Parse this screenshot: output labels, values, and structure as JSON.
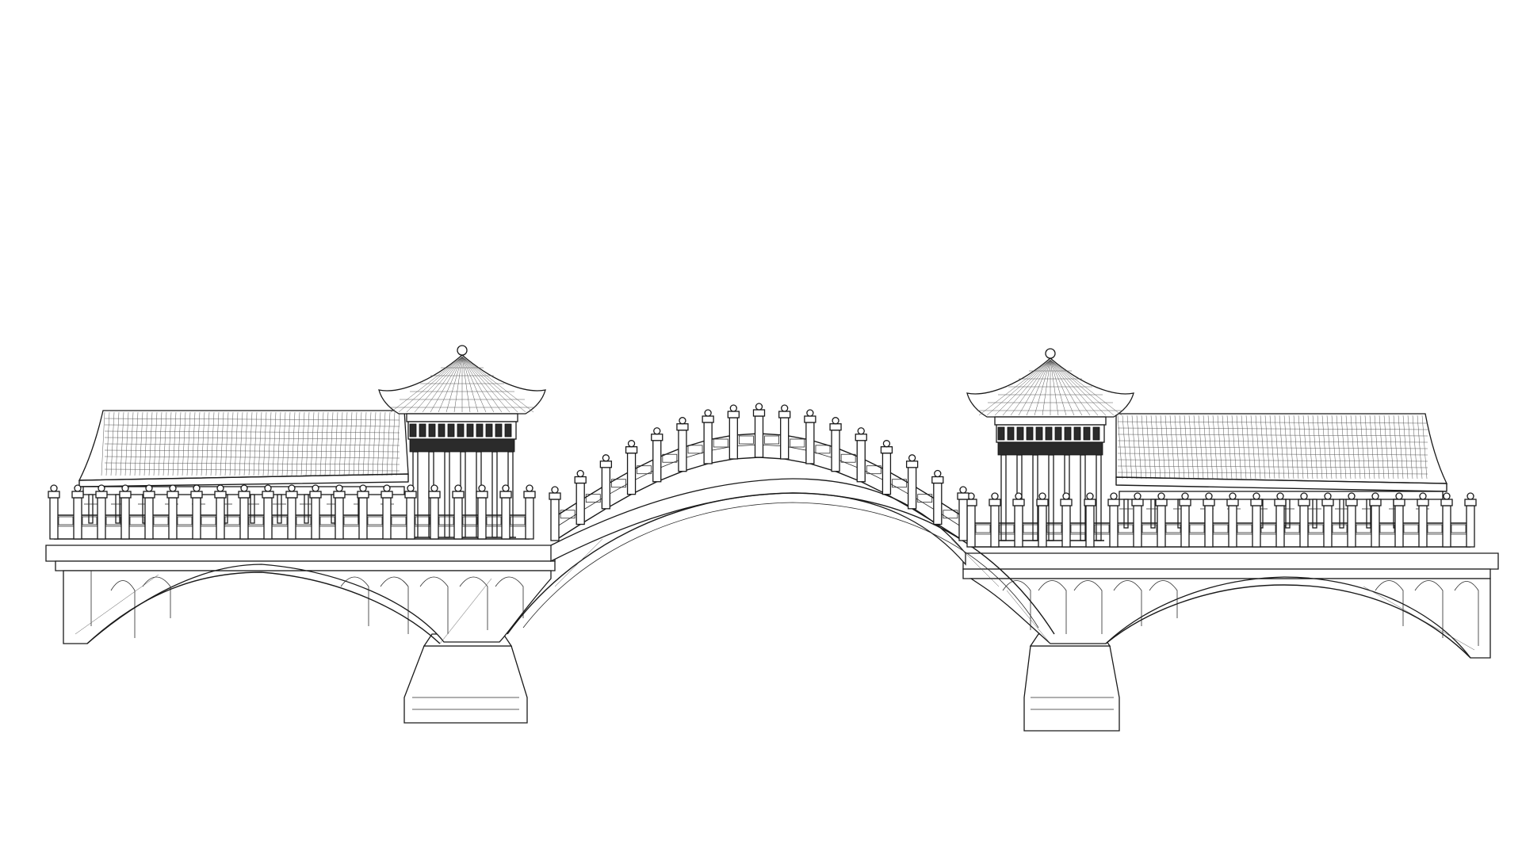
{
  "scene": {
    "subject": "line-drawing-arched-bridge",
    "background_color": "#ffffff",
    "line_color": "#1a1a1a",
    "elements": {
      "left_corridor_roof": "roof",
      "right_corridor_roof": "roof",
      "left_pavilion": "pavilion",
      "right_pavilion": "pavilion",
      "central_arch": "arch",
      "left_pier": "pier",
      "right_pier": "pier"
    }
  }
}
